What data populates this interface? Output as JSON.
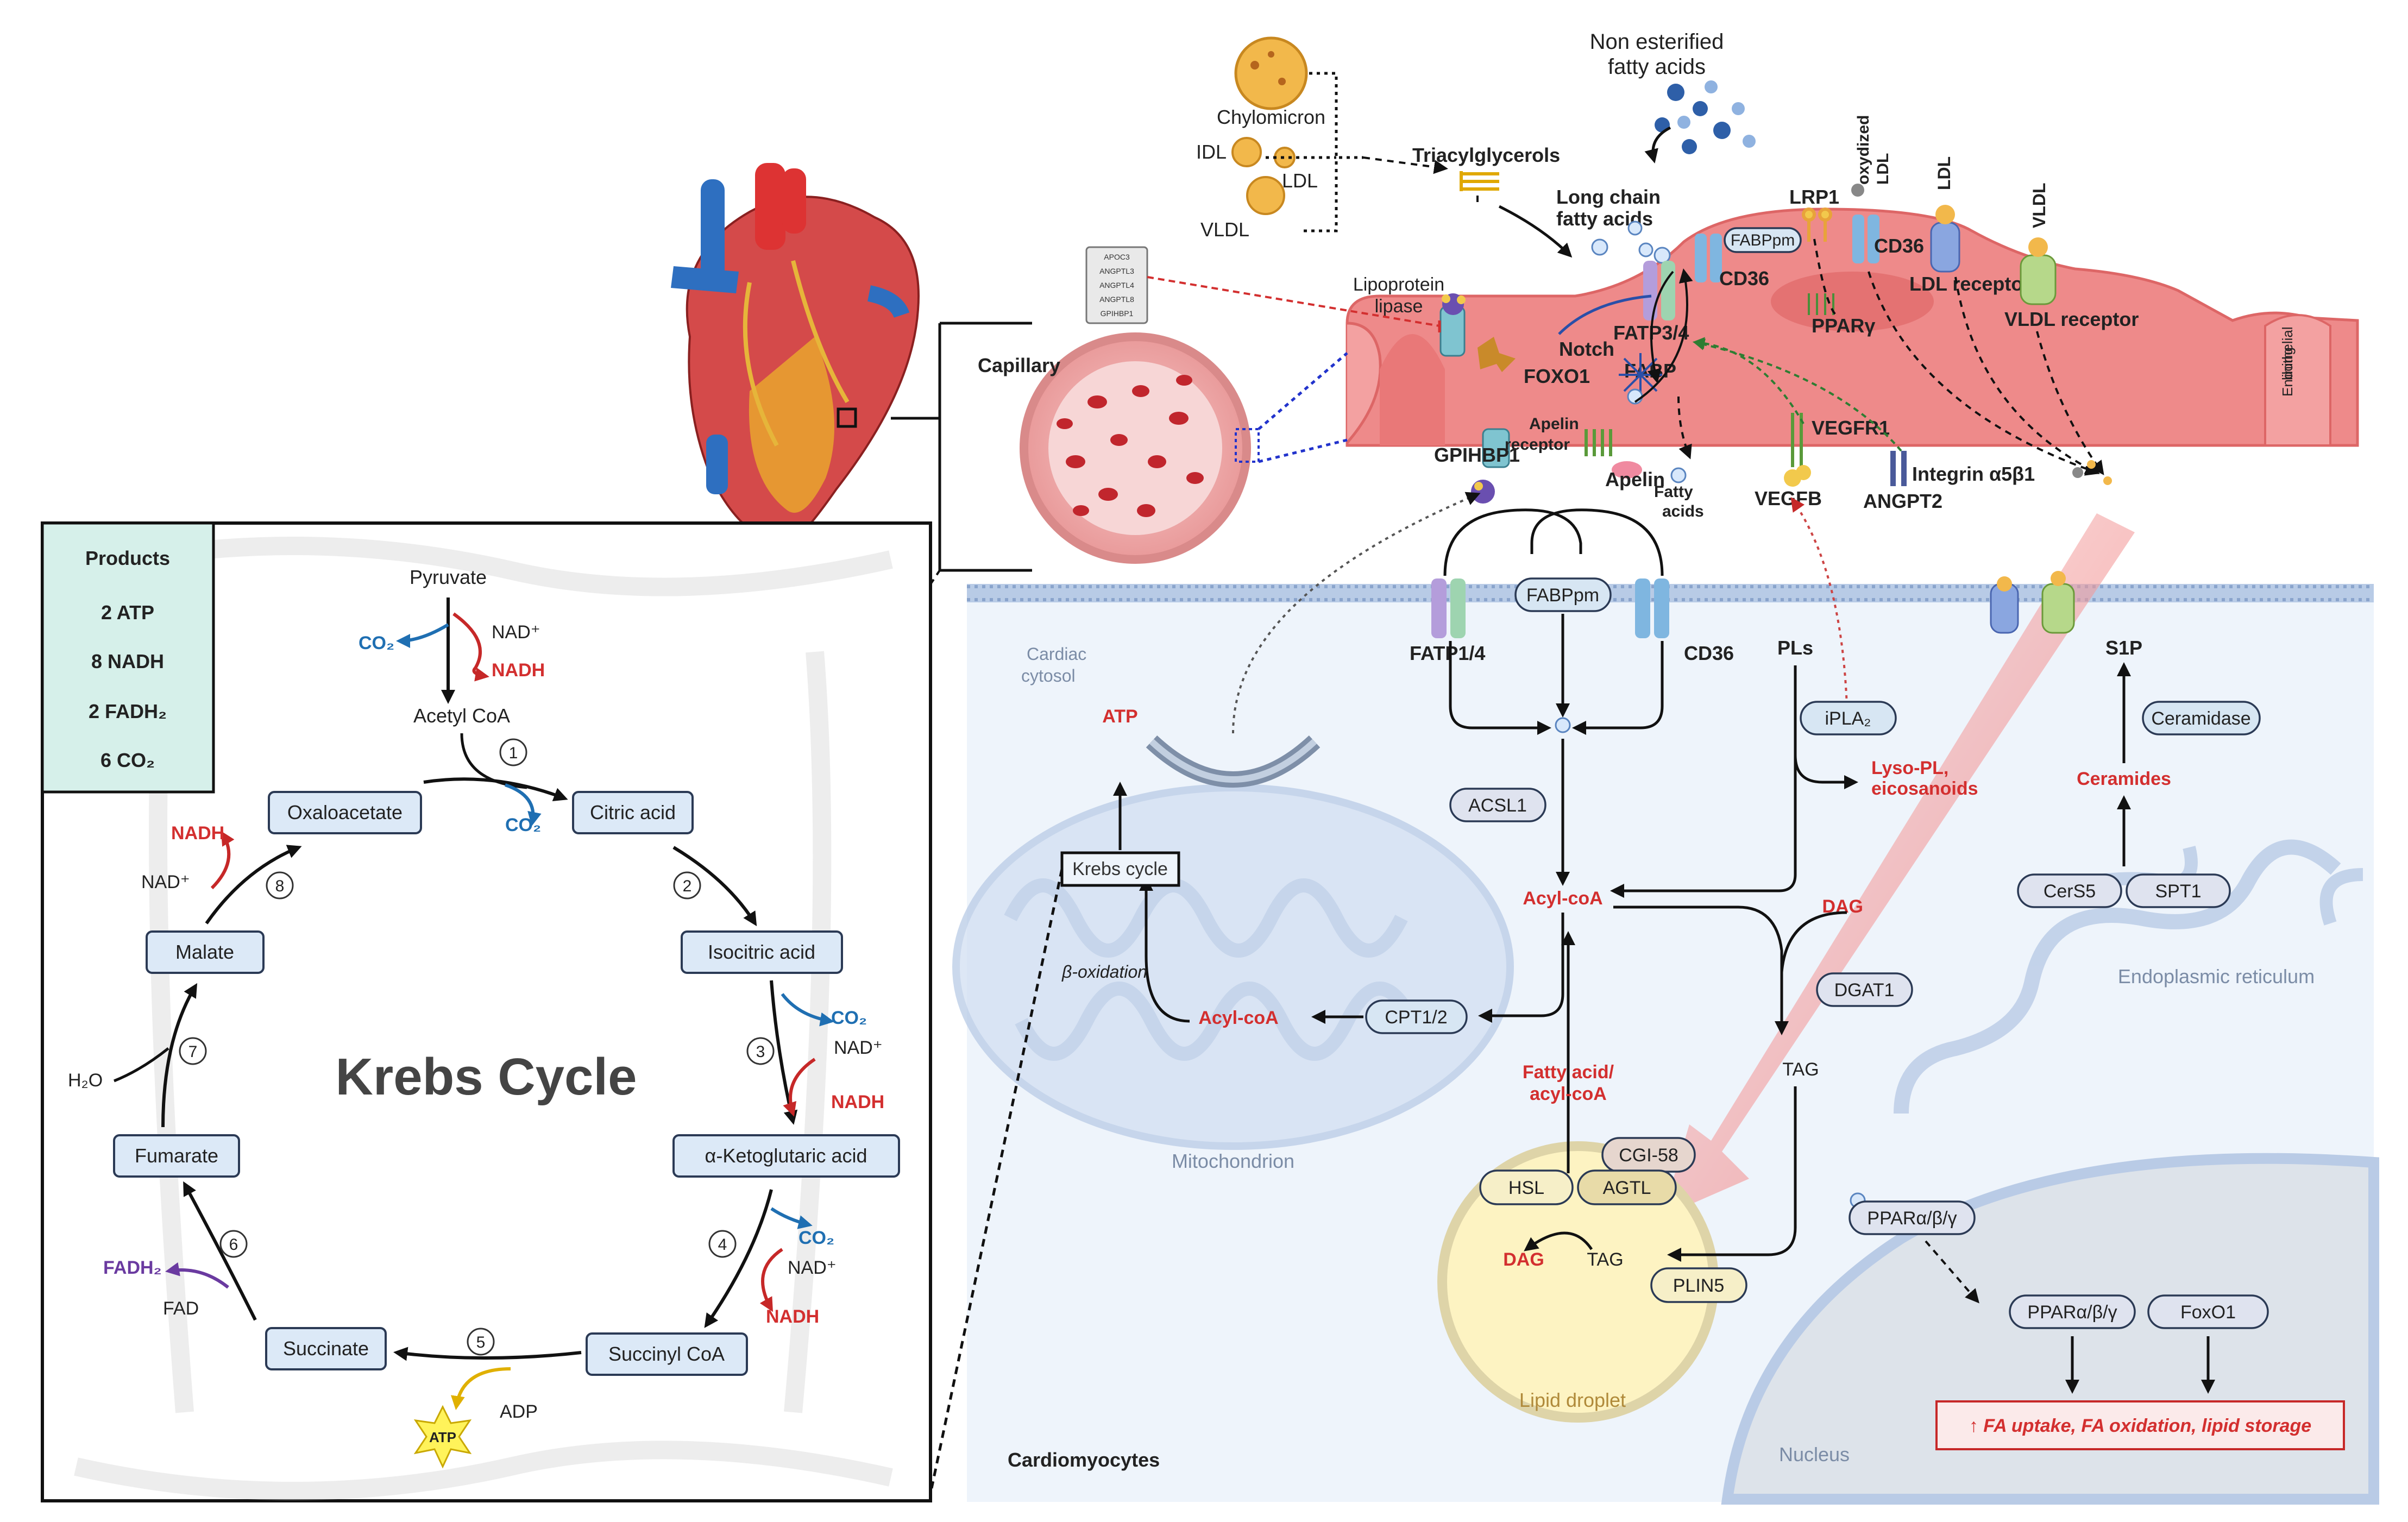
{
  "krebs": {
    "title": "Krebs Cycle",
    "products": {
      "heading": "Products",
      "items": [
        "2 ATP",
        "8 NADH",
        "2 FADH₂",
        "6 CO₂"
      ]
    },
    "pyruvate": "Pyruvate",
    "acetyl_coa": "Acetyl CoA",
    "nodes": {
      "oxaloacetate": "Oxaloacetate",
      "citric_acid": "Citric acid",
      "isocitric_acid": "Isocitric acid",
      "ketoglutaric_acid": "α-Ketoglutaric acid",
      "succinyl_coa": "Succinyl CoA",
      "succinate": "Succinate",
      "fumarate": "Fumarate",
      "malate": "Malate"
    },
    "steps": [
      "1",
      "2",
      "3",
      "4",
      "5",
      "6",
      "7",
      "8"
    ],
    "cofactors": {
      "nad": "NAD⁺",
      "nadh": "NADH",
      "co2": "CO₂",
      "fad": "FAD",
      "fadh2": "FADH₂",
      "adp": "ADP",
      "atp": "ATP",
      "h2o": "H₂O"
    }
  },
  "capillary": {
    "label": "Capillary",
    "chylomicron": "Chylomicron",
    "idl": "IDL",
    "ldl": "LDL",
    "vldl": "VLDL",
    "triacylglycerols": "Triacylglycerols",
    "nefa": [
      "Non esterified",
      "fatty acids"
    ],
    "lcfa": [
      "Long chain",
      "fatty acids"
    ],
    "lipoprotein_lipase": [
      "Lipoprotein",
      "lipase"
    ],
    "regulators": [
      "APOC3",
      "ANGPTL3",
      "ANGPTL4",
      "ANGPTL8",
      "GPIHBP1"
    ],
    "gpihbp1": "GPIHBP1",
    "fabppm": "FABPpm",
    "lrp1": "LRP1",
    "oxidized_ldl": [
      "oxydized",
      "LDL"
    ],
    "cd36": "CD36",
    "ldl_top": "LDL",
    "vldl_top": "VLDL",
    "ldl_receptor": "LDL receptor",
    "vldl_receptor": "VLDL receptor",
    "ppar_gamma": "PPARγ",
    "notch": "Notch",
    "fatp34": "FATP3/4",
    "foxo1": "FOXO1",
    "fabp": "FABP",
    "apelin_receptor": [
      "Apelin",
      "receptor"
    ],
    "apelin": "Apelin",
    "fatty_acids": [
      "Fatty",
      "acids"
    ],
    "vegfr1": "VEGFR1",
    "vegfb": "VEGFB",
    "integrin": "Integrin α5β1",
    "angpt2": "ANGPT2",
    "endothelial": [
      "Endothelial",
      "lining"
    ]
  },
  "cardio": {
    "title": "Cardiomyocytes",
    "cytosol": [
      "Cardiac",
      "cytosol"
    ],
    "atp": "ATP",
    "krebs_cycle": "Krebs cycle",
    "beta_oxidation": "β-oxidation",
    "mitochondrion": "Mitochondrion",
    "fatp14": "FATP1/4",
    "fabppm": "FABPpm",
    "cd36": "CD36",
    "pls": "PLs",
    "ipla2": "iPLA₂",
    "lyso_pl": [
      "Lyso-PL,",
      "eicosanoids"
    ],
    "s1p": "S1P",
    "ceramidase": "Ceramidase",
    "ceramides": "Ceramides",
    "cers5": "CerS5",
    "spt1": "SPT1",
    "er": "Endoplasmic reticulum",
    "acsl1": "ACSL1",
    "acyl_coa": "Acyl-coA",
    "acyl_coa_mito": "Acyl-coA",
    "cpt12": "CPT1/2",
    "dag": "DAG",
    "dgat1": "DGAT1",
    "tag": "TAG",
    "fatty_acid_acyl": [
      "Fatty acid/",
      "acyl-coA"
    ],
    "cgi58": "CGI-58",
    "hsl": "HSL",
    "agtl": "AGTL",
    "ld_dag": "DAG",
    "ld_tag": "TAG",
    "plin5": "PLIN5",
    "lipid_droplet": "Lipid droplet",
    "ppar_nuc": "PPARα/β/γ",
    "ppar_nuc2": "PPARα/β/γ",
    "foxo1": "FoxO1",
    "nucleus": "Nucleus",
    "outcome": "↑ FA uptake, FA oxidation, lipid storage"
  },
  "colors": {
    "nadh": "#d32f2f",
    "co2": "#1f6fb2",
    "fadh2": "#6a3aa0",
    "endothelium": "#ee8a8a",
    "panel": "#d6f0ea",
    "cytosol": "#eef4fb"
  }
}
